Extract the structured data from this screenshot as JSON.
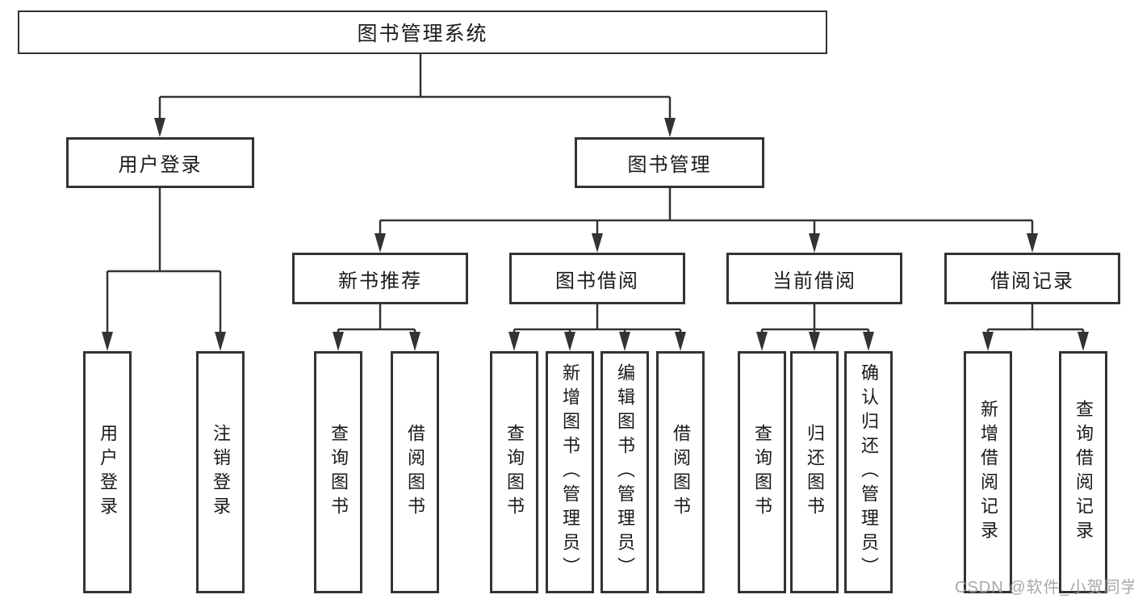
{
  "diagram": {
    "root": {
      "label": "图书管理系统"
    },
    "level2": [
      {
        "label": "用户登录"
      },
      {
        "label": "图书管理"
      }
    ],
    "level3": [
      {
        "label": "新书推荐"
      },
      {
        "label": "图书借阅"
      },
      {
        "label": "当前借阅"
      },
      {
        "label": "借阅记录"
      }
    ],
    "leaves": {
      "user_login": [
        "用户登录",
        "注销登录"
      ],
      "new_books": [
        "查询图书",
        "借阅图书"
      ],
      "book_borrow": [
        "查询图书",
        "新增图书（管理员）",
        "编辑图书（管理员）",
        "借阅图书"
      ],
      "current_borrow": [
        "查询图书",
        "归还图书",
        "确认归还（管理员）"
      ],
      "borrow_records": [
        "新增借阅记录",
        "查询借阅记录"
      ]
    }
  },
  "watermark": {
    "text": "CSDN @软件_小贺同学"
  },
  "colors": {
    "line": "#333333",
    "text": "#1a1a1a",
    "watermark": "#9e9e9e",
    "background": "#ffffff"
  }
}
